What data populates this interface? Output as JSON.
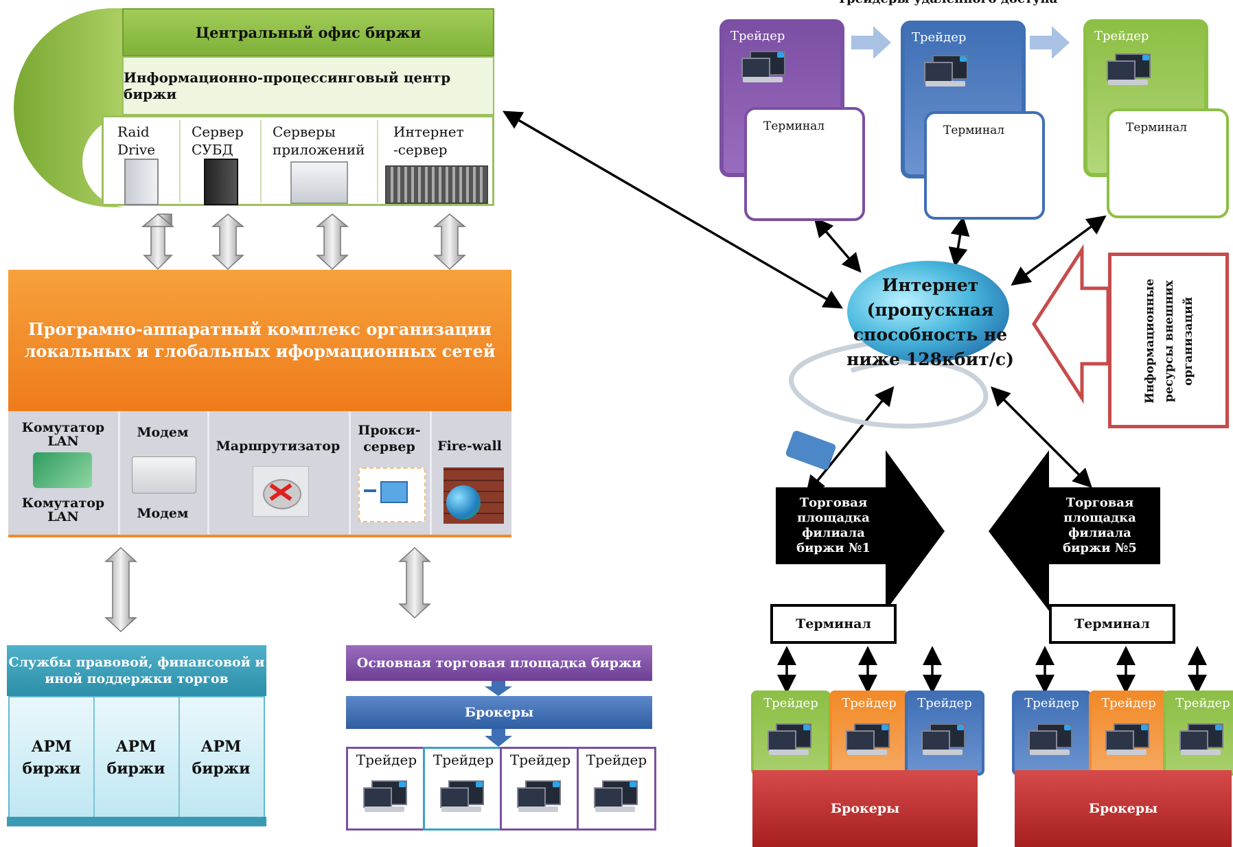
{
  "colors": {
    "green": "#8dbf45",
    "orange": "#f28a28",
    "teal": "#3a9ab5",
    "purple": "#7b4fa3",
    "blue": "#3f6fb5",
    "red": "#c73636",
    "black": "#000000"
  },
  "heading": "Трейдеры удаленного доступа",
  "central_office": {
    "title": "Центральный офис биржи",
    "processing_center": "Информационно-процессинговый центр биржи",
    "servers": [
      {
        "label": "Raid Drive",
        "icon": "raid-drive-icon"
      },
      {
        "label": "Сервер СУБД",
        "icon": "dbms-server-icon"
      },
      {
        "label": "Серверы приложений",
        "icon": "app-servers-icon"
      },
      {
        "label": "Интернет -сервер",
        "icon": "internet-server-icon"
      }
    ]
  },
  "hardware_complex": {
    "title": "Програмно-аппаратный комплекс организации локальных и глобальных иформационных сетей",
    "components": [
      {
        "label": "Комутатор LAN",
        "sublabel": "Комутатор LAN",
        "icon": "lan-switch-icon"
      },
      {
        "label": "Модем",
        "sublabel": "Модем",
        "icon": "modem-icon"
      },
      {
        "label": "Маршрутизатор",
        "sublabel": "",
        "icon": "router-icon"
      },
      {
        "label": "Прокси-сервер",
        "sublabel": "",
        "icon": "proxy-server-icon"
      },
      {
        "label": "Fire-wall",
        "sublabel": "",
        "icon": "firewall-icon"
      }
    ]
  },
  "support": {
    "title": "Службы правовой, финансовой и иной поддержки торгов",
    "workstations": [
      "АРМ биржи",
      "АРМ биржи",
      "АРМ биржи"
    ]
  },
  "main_floor": {
    "title": "Основная торговая площадка биржи",
    "brokers": "Брокеры",
    "traders": [
      "Трейдер",
      "Трейдер",
      "Трейдер",
      "Трейдер"
    ]
  },
  "remote_traders": [
    {
      "label": "Трейдер",
      "terminal": "Терминал",
      "color": "#7b4fa3"
    },
    {
      "label": "Трейдер",
      "terminal": "Терминал",
      "color": "#3f6fb5"
    },
    {
      "label": "Трейдер",
      "terminal": "Терминал",
      "color": "#8dbf45"
    }
  ],
  "internet": {
    "label": "Интернет (пропускная способность не ниже 128кбит/с)"
  },
  "external_resources": "Информационные ресурсы внешних организаций",
  "branches": [
    {
      "title": "Торговая площадка филиала биржи №1",
      "terminal": "Терминал",
      "traders": [
        {
          "label": "Трейдер",
          "color": "#8dbf45"
        },
        {
          "label": "Трейдер",
          "color": "#f28a28"
        },
        {
          "label": "Трейдер",
          "color": "#3f6fb5"
        }
      ],
      "brokers": "Брокеры"
    },
    {
      "title": "Торговая площадка филиала биржи №5",
      "terminal": "Терминал",
      "traders": [
        {
          "label": "Трейдер",
          "color": "#3f6fb5"
        },
        {
          "label": "Трейдер",
          "color": "#f28a28"
        },
        {
          "label": "Трейдер",
          "color": "#8dbf45"
        }
      ],
      "brokers": "Брокеры"
    }
  ]
}
